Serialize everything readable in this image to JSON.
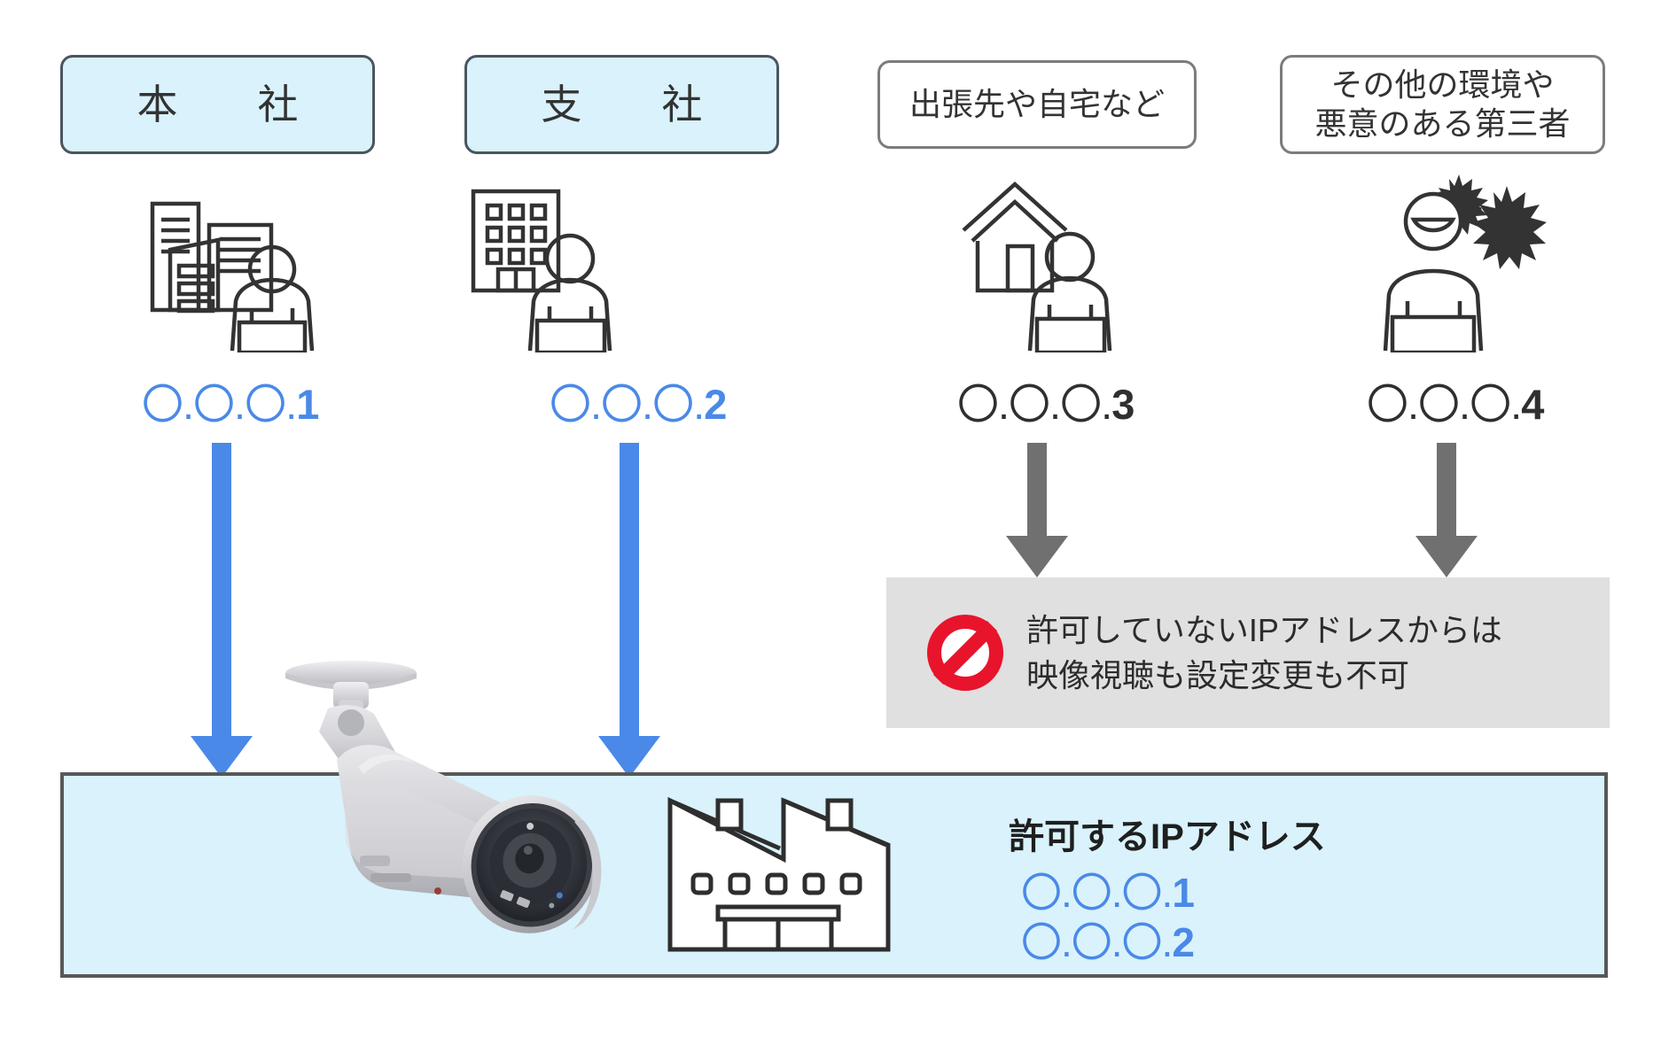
{
  "diagram": {
    "title_hidden": "IP address filtering for network camera",
    "colors": {
      "accent_blue": "#4a89e8",
      "panel_cyan": "#d9f2fb",
      "deny_gray": "#e0e0e0",
      "arrow_gray": "#707070",
      "border_dark": "#4a5560",
      "border_gray": "#7c7c7c",
      "prohibit_red": "#e8142b"
    },
    "sources": [
      {
        "id": "headquarters",
        "label": "本　社",
        "box_style": "filled",
        "icon": "office-buildings-person-icon",
        "ip_circles": "〇.〇.〇.",
        "ip_suffix": "1",
        "ip_color": "blue",
        "arrow": "blue",
        "allowed": true
      },
      {
        "id": "branch-office",
        "label": "支　社",
        "box_style": "filled",
        "icon": "office-building-person-icon",
        "ip_circles": "〇.〇.〇.",
        "ip_suffix": "2",
        "ip_color": "blue",
        "arrow": "blue",
        "allowed": true
      },
      {
        "id": "business-trip-or-home",
        "label": "出張先や自宅など",
        "box_style": "plain",
        "icon": "house-person-icon",
        "ip_circles": "〇.〇.〇.",
        "ip_suffix": "3",
        "ip_color": "dark",
        "arrow": "gray",
        "allowed": false
      },
      {
        "id": "other-or-malicious",
        "label": "その他の環境や\n悪意のある第三者",
        "box_style": "plain",
        "icon": "malicious-person-virus-icon",
        "ip_circles": "〇.〇.〇.",
        "ip_suffix": "4",
        "ip_color": "dark",
        "arrow": "gray",
        "allowed": false
      }
    ],
    "deny_panel": {
      "icon": "prohibition-sign-icon",
      "text": "許可していないIPアドレスからは\n映像視聴も設定変更も不可"
    },
    "allow_panel": {
      "title": "許可するIPアドレス",
      "entries": [
        {
          "circles": "〇.〇.〇.",
          "suffix": "1"
        },
        {
          "circles": "〇.〇.〇.",
          "suffix": "2"
        }
      ],
      "camera_icon": "network-camera-photo",
      "site_icon": "factory-icon"
    }
  }
}
